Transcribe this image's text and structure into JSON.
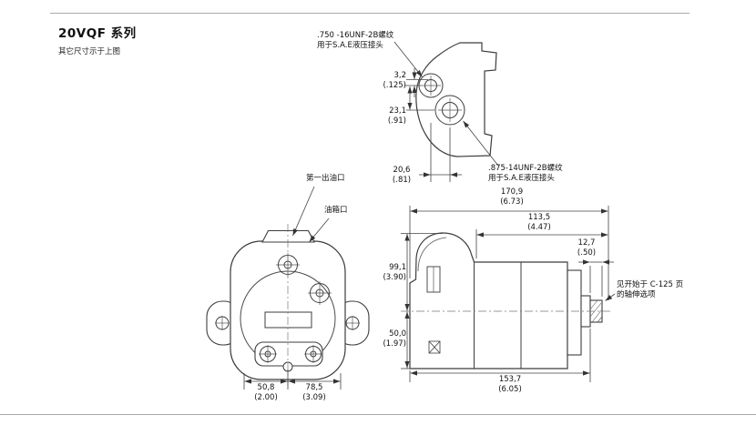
{
  "page": {
    "title": "20VQF 系列",
    "subtitle": "其它尺寸示于上图"
  },
  "detail_view": {
    "thread_top": {
      "line1": ".750 -16UNF-2B螺纹",
      "line2": "用于S.A.E液压接头"
    },
    "thread_bottom": {
      "line1": ".875-14UNF-2B螺纹",
      "line2": "用于S.A.E液压接头"
    },
    "dim_offset": {
      "mm": "3,2",
      "in": "(.125)"
    },
    "dim_spacing": {
      "mm": "23,1",
      "in": "(.91)"
    },
    "dim_depth": {
      "mm": "20,6",
      "in": "(.81)"
    }
  },
  "front_view": {
    "label_first_outlet": "第一出油口",
    "label_tank_port": "油箱口",
    "dim_port1": {
      "mm": "50,8",
      "in": "(2.00)"
    },
    "dim_port2": {
      "mm": "78,5",
      "in": "(3.09)"
    }
  },
  "side_view": {
    "dim_overall_length": {
      "mm": "170,9",
      "in": "(6.73)"
    },
    "dim_cartridge_length": {
      "mm": "113,5",
      "in": "(4.47)"
    },
    "dim_shaft_ext": {
      "mm": "12,7",
      "in": "(.50)"
    },
    "dim_height_top": {
      "mm": "99,1",
      "in": "(3.90)"
    },
    "dim_height_bottom": {
      "mm": "50,0",
      "in": "(1.97)"
    },
    "dim_body_length": {
      "mm": "153,7",
      "in": "(6.05)"
    },
    "note": {
      "line1": "见开始于 C-125 页",
      "line2": "的轴伸选项"
    }
  }
}
